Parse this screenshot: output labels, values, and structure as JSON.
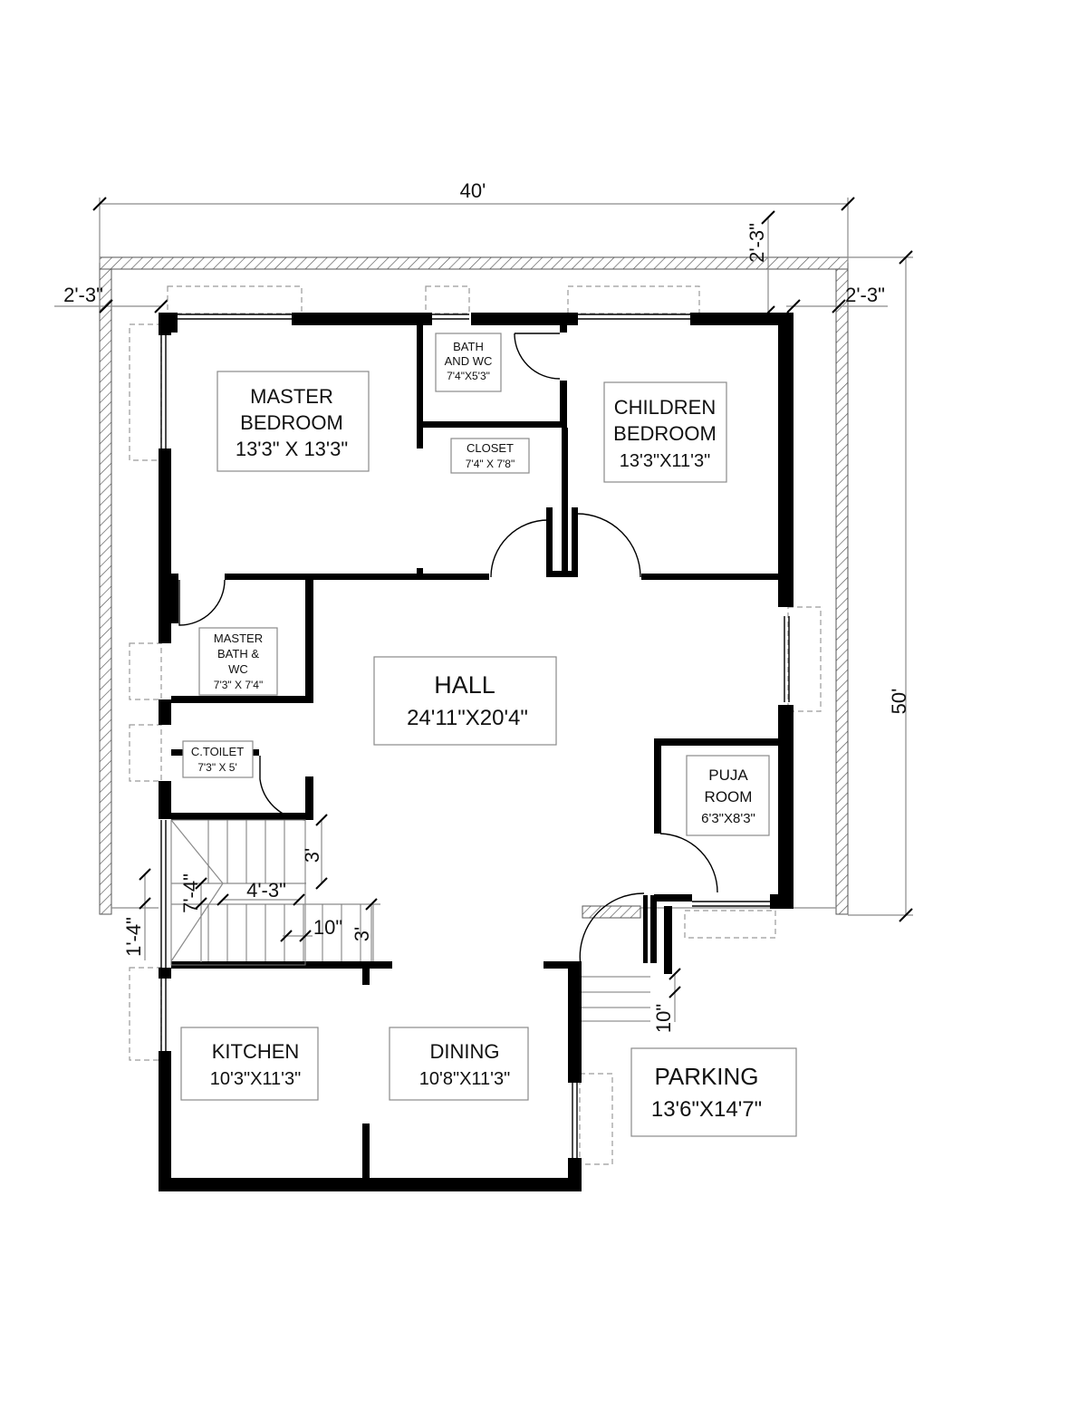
{
  "dimensions": {
    "width_overall": "40'",
    "depth_overall": "50'",
    "setback_front": "2'-3\"",
    "setback_left": "2'-3\"",
    "setback_right": "2'-3\"",
    "stair_width": "3'",
    "stair_width_lower": "3'",
    "stair_landing": "4'-3\"",
    "stair_mid": "7'-4\"",
    "stair_offset": "1'-4\"",
    "stair_tread": "10\"",
    "entry_tread": "10\""
  },
  "rooms": {
    "master_bedroom": {
      "name_line1": "MASTER",
      "name_line2": "BEDROOM",
      "size": "13'3\" X 13'3\""
    },
    "bath_wc": {
      "name_line1": "BATH",
      "name_line2": "AND WC",
      "size": "7'4\"X5'3\""
    },
    "closet": {
      "name": "CLOSET",
      "size": "7'4\" X 7'8\""
    },
    "children_bedroom": {
      "name_line1": "CHILDREN",
      "name_line2": "BEDROOM",
      "size": "13'3\"X11'3\""
    },
    "master_bath": {
      "name_line1": "MASTER",
      "name_line2": "BATH &",
      "name_line3": "WC",
      "size": "7'3\" X 7'4\""
    },
    "hall": {
      "name": "HALL",
      "size": "24'11\"X20'4\""
    },
    "c_toilet": {
      "name": "C.TOILET",
      "size": "7'3\" X 5'"
    },
    "puja_room": {
      "name_line1": "PUJA",
      "name_line2": "ROOM",
      "size": "6'3\"X8'3\""
    },
    "kitchen": {
      "name": "KITCHEN",
      "size": "10'3\"X11'3\""
    },
    "dining": {
      "name": "DINING",
      "size": "10'8\"X11'3\""
    },
    "parking": {
      "name": "PARKING",
      "size": "13'6\"X14'7\""
    }
  }
}
